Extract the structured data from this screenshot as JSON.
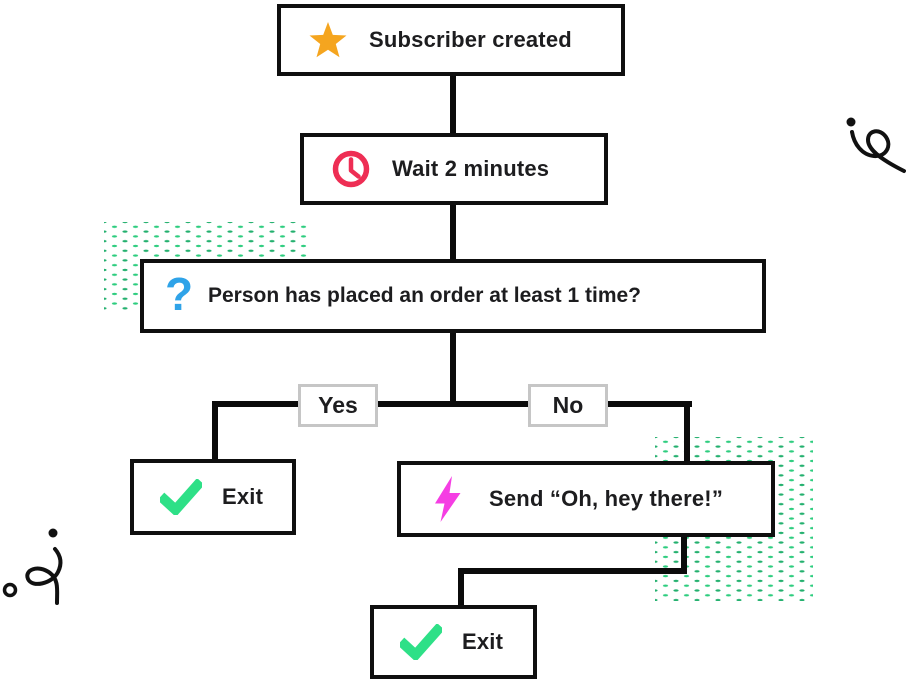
{
  "flowchart": {
    "nodes": {
      "subscriber_created": {
        "icon": "star-icon",
        "icon_color": "#F5A51F",
        "label": "Subscriber created"
      },
      "wait": {
        "icon": "clock-icon",
        "icon_color": "#EE2E54",
        "label": "Wait 2 minutes"
      },
      "order_question": {
        "icon": "question-mark-icon",
        "icon_color": "#2FA3E8",
        "icon_glyph": "?",
        "label": "Person has placed an order at least 1 time?"
      },
      "exit_yes": {
        "icon": "checkmark-icon",
        "icon_color": "#2EE087",
        "label": "Exit"
      },
      "send_email": {
        "icon": "lightning-icon",
        "icon_color": "#F53EE3",
        "label": "Send “Oh, hey there!”"
      },
      "exit_after_send": {
        "icon": "checkmark-icon",
        "icon_color": "#2EE087",
        "label": "Exit"
      }
    },
    "branch_labels": {
      "yes": "Yes",
      "no": "No"
    },
    "style": {
      "line_color": "#0b0b0b",
      "box_border_color": "#0f0f0f",
      "branch_label_border_color": "#c6c6c6",
      "text_color": "#1d1d1f",
      "dots_color": "#2ECD7F"
    }
  }
}
